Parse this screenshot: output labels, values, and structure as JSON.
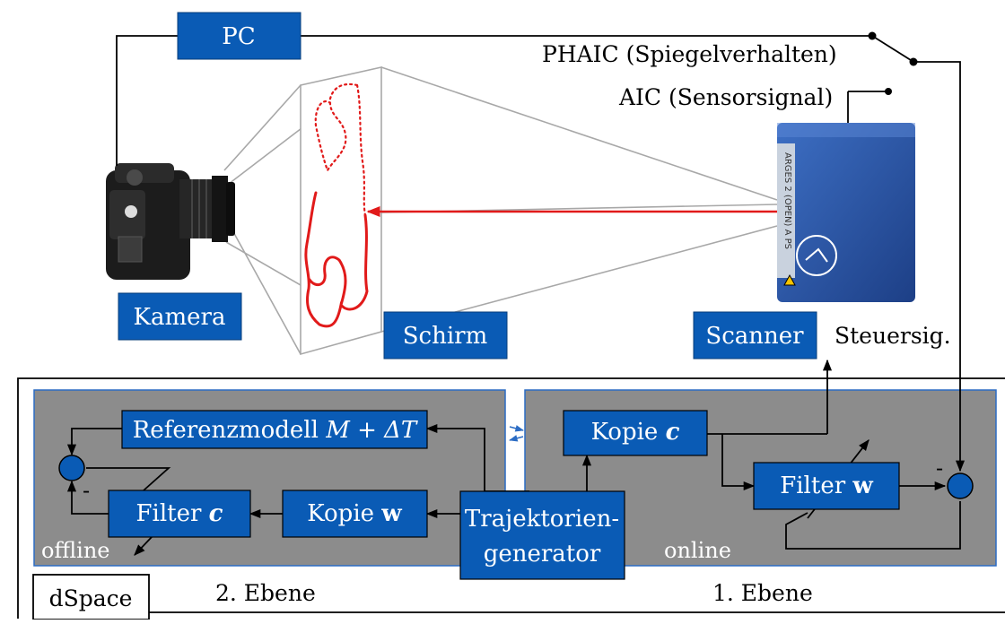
{
  "labels": {
    "pc": "PC",
    "phaic": "PHAIC (Spiegelverhalten)",
    "aic": "AIC (Sensorsignal)",
    "kamera": "Kamera",
    "schirm": "Schirm",
    "scanner": "Scanner",
    "steuersig": "Steuersig.",
    "referenzmodell_text": "Referenzmodell ",
    "referenzmodell_math": "M + ΔT",
    "kopie_c_text": "Kopie ",
    "kopie_c_math": "c",
    "filter_w_text": "Filter ",
    "filter_w_math": "w",
    "filter_c_text": "Filter ",
    "filter_c_math": "c",
    "kopie_w_text": "Kopie ",
    "kopie_w_math": "w",
    "traj_line1": "Trajektorien-",
    "traj_line2": "generator",
    "offline": "offline",
    "online": "online",
    "dspace": "dSpace",
    "ebene2": "2. Ebene",
    "ebene1": "1. Ebene",
    "minus_1": "-",
    "minus_2": "-",
    "scanner_side_text": "ARGES 2 (OPEN) A PS"
  },
  "colors": {
    "box_blue": "#0a5bb5",
    "zone_gray": "#8c8c8c",
    "laser_red": "#e11a1a",
    "frustum_gray": "#a8a8a8"
  }
}
